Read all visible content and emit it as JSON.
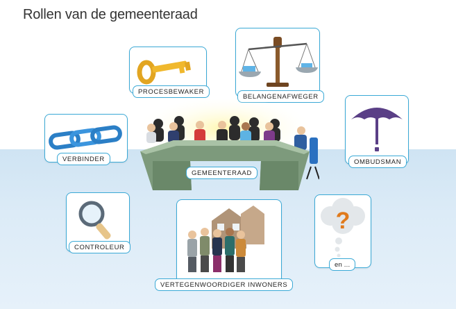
{
  "title": "Rollen van de gemeenteraad",
  "roles": {
    "procesbewaker": "PROCESBEWAKER",
    "belangenafweger": "BELANGENAFWEGER",
    "verbinder": "VERBINDER",
    "ombudsman": "OMBUDSMAN",
    "gemeenteraad": "GEMEENTERAAD",
    "controleur": "CONTROLEUR",
    "vertegenwoordiger": "VERTEGENWOORDIGER INWONERS",
    "en": "en ..."
  },
  "icons": {
    "procesbewaker": "key-icon",
    "belangenafweger": "scale-icon",
    "verbinder": "chain-icon",
    "ombudsman": "umbrella-icon",
    "controleur": "magnifier-icon",
    "vertegenwoordiger": "citizens-icon",
    "en": "question-cloud-icon"
  },
  "colors": {
    "border": "#3aa9d6",
    "gold": "#f0b82d",
    "chain": "#2b7fc6",
    "umbrella": "#5a3f86",
    "question": "#e07a1c",
    "table": "#8fa88d"
  }
}
